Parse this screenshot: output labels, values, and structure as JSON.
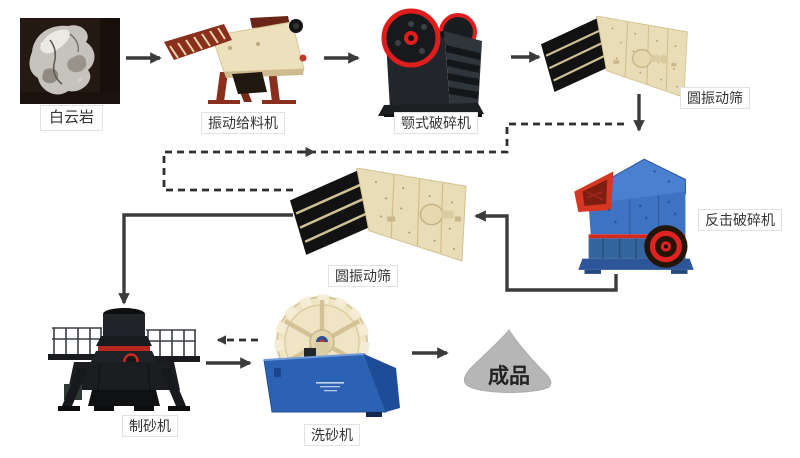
{
  "diagram": {
    "title": "dolomite sand production line flowchart",
    "nodes": {
      "dolomite": {
        "label": "白云岩"
      },
      "feeder": {
        "label": "振动给料机"
      },
      "jaw_crusher": {
        "label": "颚式破碎机"
      },
      "screen1": {
        "label": "圆振动筛"
      },
      "impact_crusher": {
        "label": "反击破碎机"
      },
      "screen2": {
        "label": "圆振动筛"
      },
      "sand_maker": {
        "label": "制砂机"
      },
      "sand_washer": {
        "label": "洗砂机"
      },
      "product": {
        "label": "成品"
      }
    },
    "edges": [
      {
        "from": "dolomite",
        "to": "feeder",
        "style": "solid"
      },
      {
        "from": "feeder",
        "to": "jaw_crusher",
        "style": "solid"
      },
      {
        "from": "jaw_crusher",
        "to": "screen1",
        "style": "solid"
      },
      {
        "from": "screen1",
        "to": "impact_crusher",
        "style": "solid"
      },
      {
        "from": "impact_crusher",
        "to": "screen2",
        "style": "solid"
      },
      {
        "from": "screen2",
        "to": "impact_crusher",
        "style": "dashed"
      },
      {
        "from": "screen2",
        "to": "sand_maker",
        "style": "solid"
      },
      {
        "from": "sand_maker",
        "to": "sand_washer",
        "style": "solid"
      },
      {
        "from": "sand_washer",
        "to": "sand_maker",
        "style": "dashed"
      },
      {
        "from": "sand_washer",
        "to": "product",
        "style": "solid"
      }
    ],
    "colors": {
      "arrow": "#3b3b3b",
      "label_border": "#e2e2e2",
      "label_text": "#333333",
      "feeder_cream": "#ece0bd",
      "feeder_maroon": "#8a2f1d",
      "crusher_black": "#22262b",
      "wheel_red": "#e01d1d",
      "screen_cream": "#e9ddb8",
      "impact_blue": "#3d73c2",
      "washer_blue": "#2c62b4",
      "bucket_cream": "#efe5c5",
      "product_gray": "#b6b6b6"
    }
  }
}
